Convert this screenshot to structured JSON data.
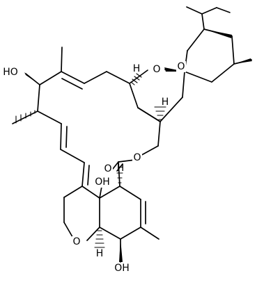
{
  "molecule": {
    "atom_labels": {
      "oh_left": "HO",
      "o_ring_left": "O",
      "o_ring_right": "O",
      "o_ester_bridge": "O",
      "o_carbonyl": "O",
      "oh_bridgehead": "OH",
      "o_furan": "O",
      "oh_bottom": "OH",
      "h_ring_top": "H",
      "h_ring_mid": "H",
      "h_bridgehead": "H",
      "h_furan": "H"
    }
  }
}
